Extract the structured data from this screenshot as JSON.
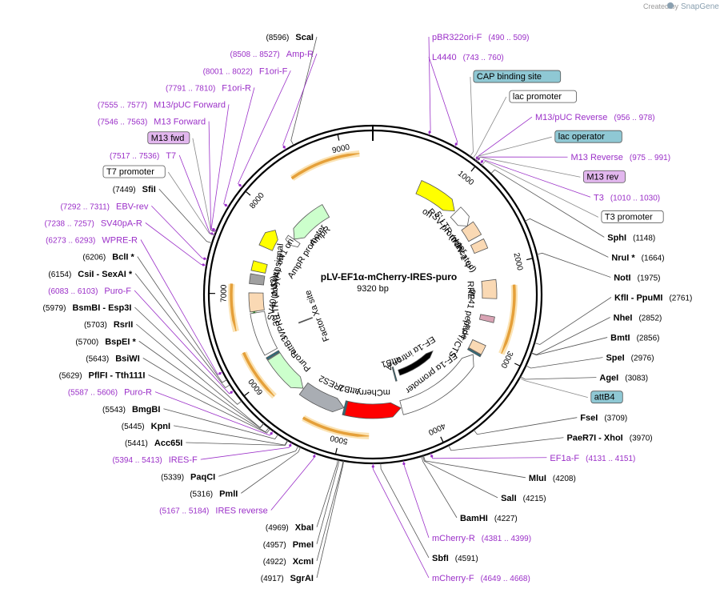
{
  "credit": {
    "text": "Created by",
    "brand": "SnapGene"
  },
  "plasmid": {
    "name": "pLV-EF1α-mCherry-IRES-puro",
    "size": "9320 bp",
    "length": 9320
  },
  "ticks": [
    {
      "pos": 1000,
      "label": "1000"
    },
    {
      "pos": 2000,
      "label": "2000"
    },
    {
      "pos": 3000,
      "label": "3000"
    },
    {
      "pos": 4000,
      "label": "4000"
    },
    {
      "pos": 5000,
      "label": "5000"
    },
    {
      "pos": 6000,
      "label": "6000"
    },
    {
      "pos": 7000,
      "label": "7000"
    },
    {
      "pos": 8000,
      "label": "8000"
    },
    {
      "pos": 9000,
      "label": "9000"
    }
  ],
  "features": [
    {
      "name": "ori",
      "start": 600,
      "end": 1150,
      "dir": 1,
      "ring": 1,
      "color": "#ffff00",
      "label": "ori"
    },
    {
      "name": "amp-r",
      "start": 7900,
      "end": 8560,
      "dir": -1,
      "ring": 2,
      "color": "#ccffcc",
      "label": "AmpR"
    },
    {
      "name": "amp-promoter",
      "start": 7790,
      "end": 7895,
      "dir": -1,
      "ring": 2,
      "color": "#ffffff",
      "label": "AmpR promoter"
    },
    {
      "name": "f1-ori",
      "start": 7600,
      "end": 7855,
      "dir": 1,
      "ring": 1,
      "color": "#ffff00",
      "label": "f1 ori"
    },
    {
      "name": "sv40-ori",
      "start": 7280,
      "end": 7400,
      "dir": 0,
      "ring": 1,
      "color": "#ffff00",
      "label": "SV40 ori"
    },
    {
      "name": "sv40-polya",
      "start": 7120,
      "end": 7240,
      "dir": 0,
      "ring": 1,
      "color": "#a0a0a0",
      "label": "SV40 poly(A) signal"
    },
    {
      "name": "3-ltr",
      "start": 6780,
      "end": 7010,
      "dir": 0,
      "ring": 1,
      "color": "#fad9b4",
      "label": "3' LTR (ΔU3)"
    },
    {
      "name": "wpre",
      "start": 6230,
      "end": 6760,
      "dir": 0,
      "ring": 1,
      "color": "#ffffff",
      "label": "WPRE"
    },
    {
      "name": "attb3",
      "start": 6170,
      "end": 6195,
      "dir": 0,
      "ring": 1,
      "color": "#2a6f7f",
      "label": "attB3"
    },
    {
      "name": "puro-r",
      "start": 5610,
      "end": 6160,
      "dir": -1,
      "ring": 1,
      "color": "#ccffcc",
      "label": "PuroR"
    },
    {
      "name": "ires2",
      "start": 5030,
      "end": 5600,
      "dir": -1,
      "ring": 1,
      "color": "#a9adb3",
      "label": "IRES2"
    },
    {
      "name": "attb2",
      "start": 5005,
      "end": 5028,
      "dir": 0,
      "ring": 1,
      "color": "#2a6f7f",
      "label": "attB2"
    },
    {
      "name": "mcherry",
      "start": 4300,
      "end": 5000,
      "dir": -1,
      "ring": 1,
      "color": "#ff0000",
      "label": "mCherry"
    },
    {
      "name": "ef1a-promoter",
      "start": 3130,
      "end": 4290,
      "dir": -1,
      "ring": 1,
      "color": "#ffffff",
      "label": "EF-1α promoter"
    },
    {
      "name": "ef1a-intron",
      "start": 3450,
      "end": 4180,
      "dir": -1,
      "ring": 3,
      "color": "#000000",
      "label": "EF-1α intron A"
    },
    {
      "name": "attb1",
      "start": 4255,
      "end": 4275,
      "dir": 0,
      "ring": 3,
      "color": "#2a6f7f",
      "label": "attB1"
    },
    {
      "name": "cppt",
      "start": 2960,
      "end": 3080,
      "dir": 0,
      "ring": 1,
      "color": "#fad9b4",
      "label": "cPPT/CTS"
    },
    {
      "name": "attb4",
      "start": 3088,
      "end": 3110,
      "dir": 0,
      "ring": 1,
      "color": "#2a6f7f",
      "label": ""
    },
    {
      "name": "gp41",
      "start": 2600,
      "end": 2670,
      "dir": 0,
      "ring": 1,
      "color": "#d9a3b4",
      "label": "gp41 peptide"
    },
    {
      "name": "rre",
      "start": 2150,
      "end": 2380,
      "dir": 0,
      "ring": 1,
      "color": "#fad9b4",
      "label": "RRE"
    },
    {
      "name": "hiv-psi",
      "start": 1640,
      "end": 1760,
      "dir": 0,
      "ring": 1,
      "color": "#fad9b4",
      "label": "HIV-1 Ψ"
    },
    {
      "name": "5-ltr",
      "start": 1400,
      "end": 1580,
      "dir": 0,
      "ring": 1,
      "color": "#fad9b4",
      "label": "5' LTR (truncated)"
    },
    {
      "name": "rsv-promoter",
      "start": 1170,
      "end": 1400,
      "dir": 1,
      "ring": 1,
      "color": "#ffffff",
      "label": "RSV promoter"
    },
    {
      "name": "factor-xa",
      "start": 6440,
      "end": 6455,
      "dir": 0,
      "ring": 4,
      "color": "#555555",
      "label": "Factor Xa site"
    }
  ],
  "orfs": [
    {
      "start": 8420,
      "end": 9180,
      "dir": 1
    },
    {
      "start": 2230,
      "end": 2970,
      "dir": 1
    },
    {
      "start": 4700,
      "end": 5420,
      "dir": -1
    },
    {
      "start": 5800,
      "end": 6360,
      "dir": -1
    },
    {
      "start": 6600,
      "end": 7100,
      "dir": -1
    }
  ],
  "green_orfs": [
    {
      "start": 3220,
      "end": 3560,
      "dir": 1
    },
    {
      "start": 6480,
      "end": 6850,
      "dir": 1
    }
  ],
  "labels": [
    {
      "kind": "site",
      "name": "ScaI",
      "pos_text": "(8596)",
      "bp": 8596
    },
    {
      "kind": "primer",
      "name": "Amp-R",
      "pos_text": "(8508 .. 8527)",
      "bp": 8517
    },
    {
      "kind": "primer",
      "name": "F1ori-F",
      "pos_text": "(8001 .. 8022)",
      "bp": 8011
    },
    {
      "kind": "primer",
      "name": "F1ori-R",
      "pos_text": "(7791 .. 7810)",
      "bp": 7800
    },
    {
      "kind": "primer",
      "name": "M13/pUC Forward",
      "pos_text": "(7555 .. 7577)",
      "bp": 7566
    },
    {
      "kind": "primer",
      "name": "M13 Forward",
      "pos_text": "(7546 .. 7563)",
      "bp": 7555
    },
    {
      "kind": "box-purple",
      "name": "M13 fwd",
      "pos_text": "",
      "bp": 7550
    },
    {
      "kind": "primer",
      "name": "T7",
      "pos_text": "(7517 .. 7536)",
      "bp": 7526
    },
    {
      "kind": "box-white",
      "name": "T7 promoter",
      "pos_text": "",
      "bp": 7520
    },
    {
      "kind": "site",
      "name": "SfiI",
      "pos_text": "(7449)",
      "bp": 7449
    },
    {
      "kind": "primer",
      "name": "EBV-rev",
      "pos_text": "(7292 .. 7311)",
      "bp": 7301
    },
    {
      "kind": "primer",
      "name": "SV40pA-R",
      "pos_text": "(7238 .. 7257)",
      "bp": 7247
    },
    {
      "kind": "primer",
      "name": "WPRE-R",
      "pos_text": "(6273 .. 6293)",
      "bp": 6283
    },
    {
      "kind": "site",
      "name": "BclI *",
      "pos_text": "(6206)",
      "bp": 6206
    },
    {
      "kind": "site",
      "name": "CsiI  - SexAI *",
      "pos_text": "(6154)",
      "bp": 6154
    },
    {
      "kind": "primer",
      "name": "Puro-F",
      "pos_text": "(6083 .. 6103)",
      "bp": 6093
    },
    {
      "kind": "site",
      "name": "BsmBI  - Esp3I",
      "pos_text": "(5979)",
      "bp": 5979
    },
    {
      "kind": "site",
      "name": "RsrII",
      "pos_text": "(5703)",
      "bp": 5703
    },
    {
      "kind": "site",
      "name": "BspEI *",
      "pos_text": "(5700)",
      "bp": 5700
    },
    {
      "kind": "site",
      "name": "BsiWI",
      "pos_text": "(5643)",
      "bp": 5643
    },
    {
      "kind": "site",
      "name": "PflFI  - Tth111I",
      "pos_text": "(5629)",
      "bp": 5629
    },
    {
      "kind": "primer",
      "name": "Puro-R",
      "pos_text": "(5587 .. 5606)",
      "bp": 5596
    },
    {
      "kind": "site",
      "name": "BmgBI",
      "pos_text": "(5543)",
      "bp": 5543
    },
    {
      "kind": "site",
      "name": "KpnI",
      "pos_text": "(5445)",
      "bp": 5445
    },
    {
      "kind": "site",
      "name": "Acc65I",
      "pos_text": "(5441)",
      "bp": 5441
    },
    {
      "kind": "primer",
      "name": "IRES-F",
      "pos_text": "(5394 .. 5413)",
      "bp": 5403
    },
    {
      "kind": "site",
      "name": "PaqCI",
      "pos_text": "(5339)",
      "bp": 5339
    },
    {
      "kind": "site",
      "name": "PmlI",
      "pos_text": "(5316)",
      "bp": 5316
    },
    {
      "kind": "primer",
      "name": "IRES reverse",
      "pos_text": "(5167 .. 5184)",
      "bp": 5175
    },
    {
      "kind": "site",
      "name": "XbaI",
      "pos_text": "(4969)",
      "bp": 4969
    },
    {
      "kind": "site",
      "name": "PmeI",
      "pos_text": "(4957)",
      "bp": 4957
    },
    {
      "kind": "site",
      "name": "XcmI",
      "pos_text": "(4922)",
      "bp": 4922
    },
    {
      "kind": "site",
      "name": "SgrAI",
      "pos_text": "(4917)",
      "bp": 4917
    },
    {
      "kind": "primer",
      "name": "mCherry-F",
      "pos_text": "(4649 .. 4668)",
      "bp": 4658
    },
    {
      "kind": "site",
      "name": "SbfI",
      "pos_text": "(4591)",
      "bp": 4591
    },
    {
      "kind": "primer",
      "name": "mCherry-R",
      "pos_text": "(4381 .. 4399)",
      "bp": 4390
    },
    {
      "kind": "site",
      "name": "BamHI",
      "pos_text": "(4227)",
      "bp": 4227
    },
    {
      "kind": "site",
      "name": "SalI",
      "pos_text": "(4215)",
      "bp": 4215
    },
    {
      "kind": "site",
      "name": "MluI",
      "pos_text": "(4208)",
      "bp": 4208
    },
    {
      "kind": "primer",
      "name": "EF1a-F",
      "pos_text": "(4131 .. 4151)",
      "bp": 4141
    },
    {
      "kind": "site",
      "name": "PaeR7I  - XhoI",
      "pos_text": "(3970)",
      "bp": 3970
    },
    {
      "kind": "site",
      "name": "FseI",
      "pos_text": "(3709)",
      "bp": 3709
    },
    {
      "kind": "site",
      "name": "AgeI",
      "pos_text": "(3083)",
      "bp": 3083
    },
    {
      "kind": "box-teal",
      "name": "attB4",
      "pos_text": "",
      "bp": 3095
    },
    {
      "kind": "site",
      "name": "SpeI",
      "pos_text": "(2976)",
      "bp": 2976
    },
    {
      "kind": "site",
      "name": "BmtI",
      "pos_text": "(2856)",
      "bp": 2856
    },
    {
      "kind": "site",
      "name": "NheI",
      "pos_text": "(2852)",
      "bp": 2852
    },
    {
      "kind": "site",
      "name": "KflI  - PpuMI",
      "pos_text": "(2761)",
      "bp": 2761
    },
    {
      "kind": "site",
      "name": "NotI",
      "pos_text": "(1975)",
      "bp": 1975
    },
    {
      "kind": "site",
      "name": "NruI *",
      "pos_text": "(1664)",
      "bp": 1664
    },
    {
      "kind": "site",
      "name": "SphI",
      "pos_text": "(1148)",
      "bp": 1148
    },
    {
      "kind": "box-white",
      "name": "T3 promoter",
      "pos_text": "",
      "bp": 1040
    },
    {
      "kind": "primer",
      "name": "T3",
      "pos_text": "(1010 .. 1030)",
      "bp": 1020
    },
    {
      "kind": "box-purple",
      "name": "M13 rev",
      "pos_text": "",
      "bp": 985
    },
    {
      "kind": "primer",
      "name": "M13 Reverse",
      "pos_text": "(975 .. 991)",
      "bp": 983
    },
    {
      "kind": "box-teal",
      "name": "lac operator",
      "pos_text": "",
      "bp": 970
    },
    {
      "kind": "primer",
      "name": "M13/pUC Reverse",
      "pos_text": "(956 .. 978)",
      "bp": 967
    },
    {
      "kind": "box-white",
      "name": "lac promoter",
      "pos_text": "",
      "bp": 940
    },
    {
      "kind": "box-teal",
      "name": "CAP binding site",
      "pos_text": "",
      "bp": 910
    },
    {
      "kind": "primer",
      "name": "L4440",
      "pos_text": "(743 .. 760)",
      "bp": 751
    },
    {
      "kind": "primer",
      "name": "pBR322ori-F",
      "pos_text": "(490 .. 509)",
      "bp": 500
    }
  ],
  "colors": {
    "primer": "#9b30c8",
    "teal_box": "#8fc8d4",
    "purple_box": "#e2b7ee",
    "orf": "#e5a03a",
    "orf_glow": "#fbe3b4"
  }
}
